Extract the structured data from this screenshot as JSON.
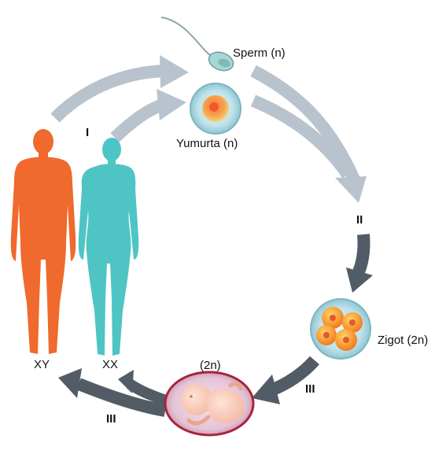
{
  "labels": {
    "sperm": "Sperm (n)",
    "egg": "Yumurta (n)",
    "zygote": "Zigot (2n)",
    "embryo": "(2n)",
    "male": "XY",
    "female": "XX"
  },
  "stages": {
    "one": "I",
    "two": "II",
    "three_right": "III",
    "three_bottom": "III"
  },
  "colors": {
    "male": "#ef6a2c",
    "female": "#4fc4c4",
    "light_arrow": "#b9c3cd",
    "dark_arrow": "#525c66"
  }
}
